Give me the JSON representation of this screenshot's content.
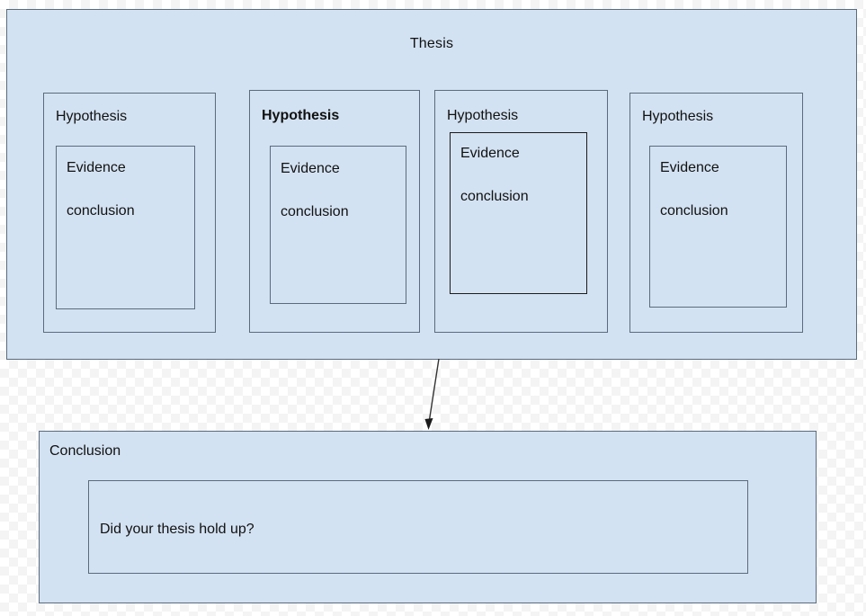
{
  "diagram": {
    "title": "Thesis",
    "colors": {
      "box_fill": "#d3e2f2",
      "box_border": "#5b6b7d",
      "box_border_dark": "#1b1b1b",
      "text": "#111111",
      "arrow": "#333333"
    },
    "thesis": {
      "label": "Thesis",
      "hypotheses": [
        {
          "label": "Hypothesis",
          "bold": false,
          "evidence_label": "Evidence",
          "conclusion_label": "conclusion"
        },
        {
          "label": "Hypothesis",
          "bold": true,
          "evidence_label": "Evidence",
          "conclusion_label": "conclusion"
        },
        {
          "label": "Hypothesis",
          "bold": false,
          "evidence_label": "Evidence",
          "conclusion_label": "conclusion"
        },
        {
          "label": "Hypothesis",
          "bold": false,
          "evidence_label": "Evidence",
          "conclusion_label": "conclusion"
        }
      ]
    },
    "connector": {
      "type": "arrow-down",
      "from": "thesis",
      "to": "conclusion"
    },
    "conclusion": {
      "label": "Conclusion",
      "question": "Did your thesis hold up?"
    }
  }
}
